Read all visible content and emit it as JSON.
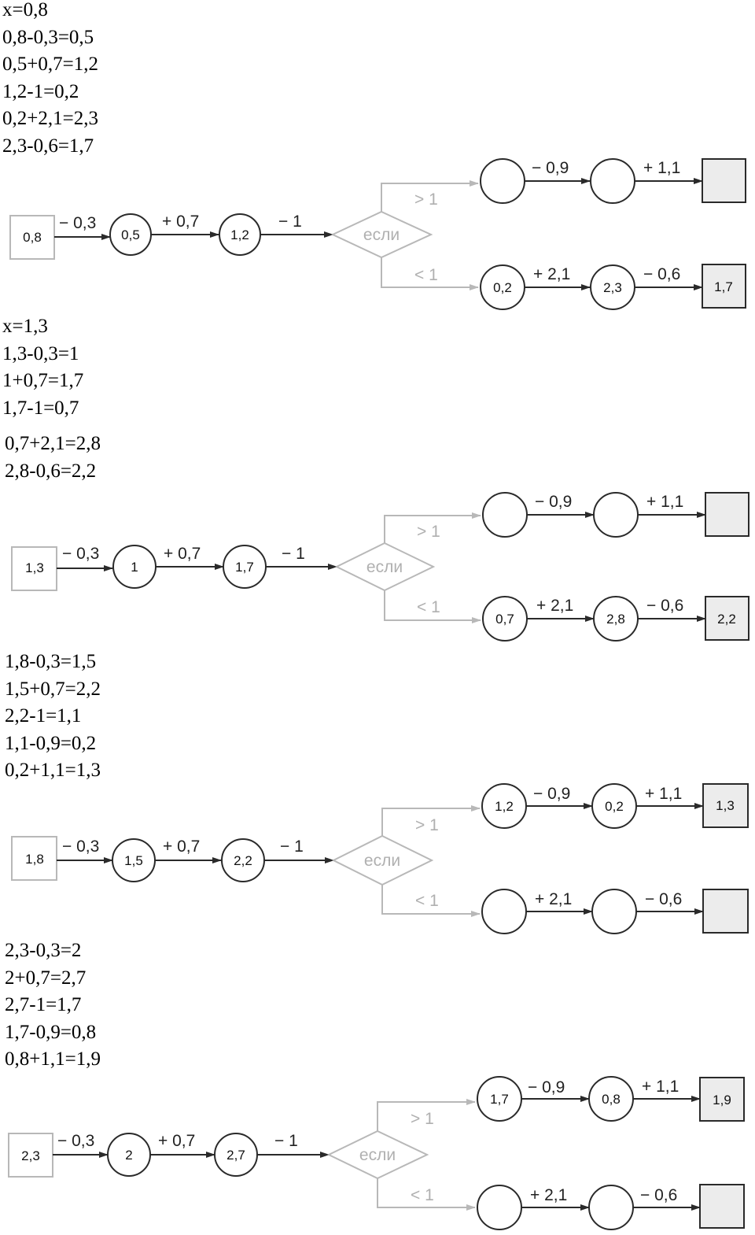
{
  "examples": [
    {
      "calc": [
        "x=0,8",
        "0,8-0,3=0,5",
        "0,5+0,7=1,2",
        "1,2-1=0,2",
        "0,2+2,1=2,3",
        "2,3-0,6=1,7"
      ],
      "diagram": {
        "input": "0,8",
        "op1": "− 0,3",
        "n1": "0,5",
        "op2": "+ 0,7",
        "n2": "1,2",
        "op3": "− 1",
        "decision": "если",
        "cond_gt": "> 1",
        "cond_lt": "< 1",
        "up_op1": "− 0,9",
        "up_n1": "",
        "up_op2": "+ 1,1",
        "up_n2": "",
        "up_out": "",
        "low_n1": "0,2",
        "low_op1": "+ 2,1",
        "low_n2": "2,3",
        "low_op2": "− 0,6",
        "low_out": "1,7"
      }
    },
    {
      "calc": [
        "x=1,3",
        "1,3-0,3=1",
        "1+0,7=1,7",
        "1,7-1=0,7",
        "0,7+2,1=2,8",
        "2,8-0,6=2,2"
      ],
      "diagram": {
        "input": "1,3",
        "op1": "− 0,3",
        "n1": "1",
        "op2": "+ 0,7",
        "n2": "1,7",
        "op3": "− 1",
        "decision": "если",
        "cond_gt": "> 1",
        "cond_lt": "< 1",
        "up_op1": "− 0,9",
        "up_n1": "",
        "up_op2": "+ 1,1",
        "up_n2": "",
        "up_out": "",
        "low_n1": "0,7",
        "low_op1": "+ 2,1",
        "low_n2": "2,8",
        "low_op2": "− 0,6",
        "low_out": "2,2"
      }
    },
    {
      "calc": [
        "1,8-0,3=1,5",
        "1,5+0,7=2,2",
        "2,2-1=1,1",
        "1,1-0,9=0,2",
        "0,2+1,1=1,3"
      ],
      "diagram": {
        "input": "1,8",
        "op1": "− 0,3",
        "n1": "1,5",
        "op2": "+ 0,7",
        "n2": "2,2",
        "op3": "− 1",
        "decision": "если",
        "cond_gt": "> 1",
        "cond_lt": "< 1",
        "up_op1": "− 0,9",
        "up_n1": "1,2",
        "up_op2": "+ 1,1",
        "up_n2": "0,2",
        "up_out": "1,3",
        "low_n1": "",
        "low_op1": "+ 2,1",
        "low_n2": "",
        "low_op2": "− 0,6",
        "low_out": ""
      }
    },
    {
      "calc": [
        "2,3-0,3=2",
        "2+0,7=2,7",
        "2,7-1=1,7",
        "1,7-0,9=0,8",
        "0,8+1,1=1,9"
      ],
      "diagram": {
        "input": "2,3",
        "op1": "− 0,3",
        "n1": "2",
        "op2": "+ 0,7",
        "n2": "2,7",
        "op3": "− 1",
        "decision": "если",
        "cond_gt": "> 1",
        "cond_lt": "< 1",
        "up_op1": "− 0,9",
        "up_n1": "1,7",
        "up_op2": "+ 1,1",
        "up_n2": "0,8",
        "up_out": "1,9",
        "low_n1": "",
        "low_op1": "+ 2,1",
        "low_n2": "",
        "low_op2": "− 0,6",
        "low_out": ""
      }
    }
  ]
}
